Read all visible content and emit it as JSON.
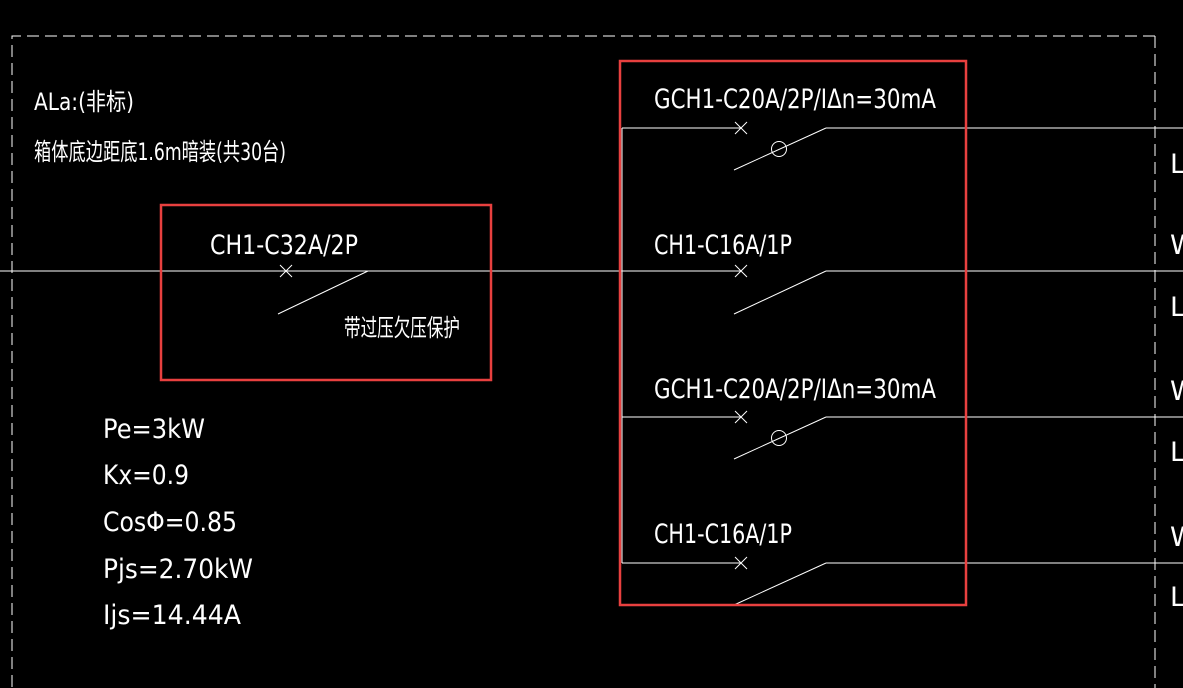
{
  "panel": {
    "name": "ALa:(非标)",
    "install_note": "箱体底边距底1.6m暗装(共30台)"
  },
  "main_breaker": {
    "model": "CH1-C32A/2P",
    "note": "带过压欠压保护"
  },
  "load_calc": {
    "pe": "Pe=3kW",
    "kx": "Kx=0.9",
    "cos": "CosΦ=0.85",
    "pjs": "Pjs=2.70kW",
    "ijs": "Ijs=14.44A"
  },
  "branches": [
    {
      "model": "GCH1-C20A/2P/IΔn=30mA",
      "right_top": "",
      "right_bottom": "L"
    },
    {
      "model": "CH1-C16A/1P",
      "right_top": "W",
      "right_bottom": "L"
    },
    {
      "model": "GCH1-C20A/2P/IΔn=30mA",
      "right_top": "W",
      "right_bottom": "L"
    },
    {
      "model": "CH1-C16A/1P",
      "right_top": "W",
      "right_bottom": "L"
    }
  ],
  "colors": {
    "line": "#ffffff",
    "highlight": "#e8403f",
    "background": "#000000"
  }
}
